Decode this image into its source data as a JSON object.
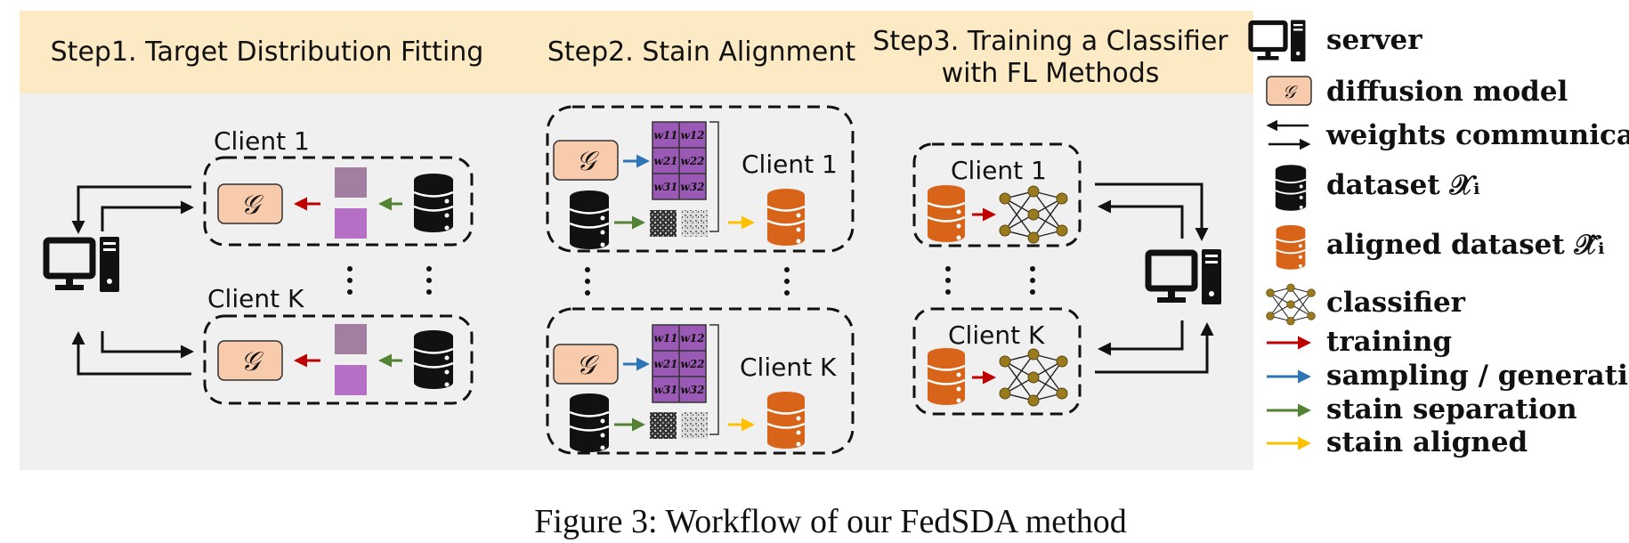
{
  "steps": {
    "step1": "Step1. Target Distribution Fitting",
    "step2": "Step2. Stain Alignment",
    "step3_line1": "Step3. Training a Classifier",
    "step3_line2": "with FL Methods"
  },
  "clients": {
    "client_1": "Client 1",
    "client_k": "Client K"
  },
  "model_symbol": "𝒢",
  "weights_matrix": [
    "w11",
    "w12",
    "w21",
    "w22",
    "w31",
    "w32"
  ],
  "legend": {
    "server": "server",
    "diffusion_model": "diffusion model",
    "weights_communication": "weights communication",
    "dataset": "dataset 𝒳ᵢ",
    "aligned_dataset": "aligned dataset 𝒳̂ᵢ",
    "classifier": "classifier",
    "training": "training",
    "sampling": "sampling / generation",
    "stain_separation": "stain separation",
    "stain_aligned": "stain aligned"
  },
  "colors": {
    "header_band": "#fbeac3",
    "panel_bg": "#f0f0f0",
    "model_fill": "#f7cbab",
    "dataset_black": "#111111",
    "dataset_orange": "#d8641a",
    "matrix_purple": "#9b59b6",
    "training_arrow": "#c00000",
    "sampling_arrow": "#2e75b6",
    "separation_arrow": "#548235",
    "aligned_arrow": "#ffc000",
    "node_gold": "#9a7a1e"
  },
  "caption": "Figure 3: Workflow of our FedSDA method"
}
